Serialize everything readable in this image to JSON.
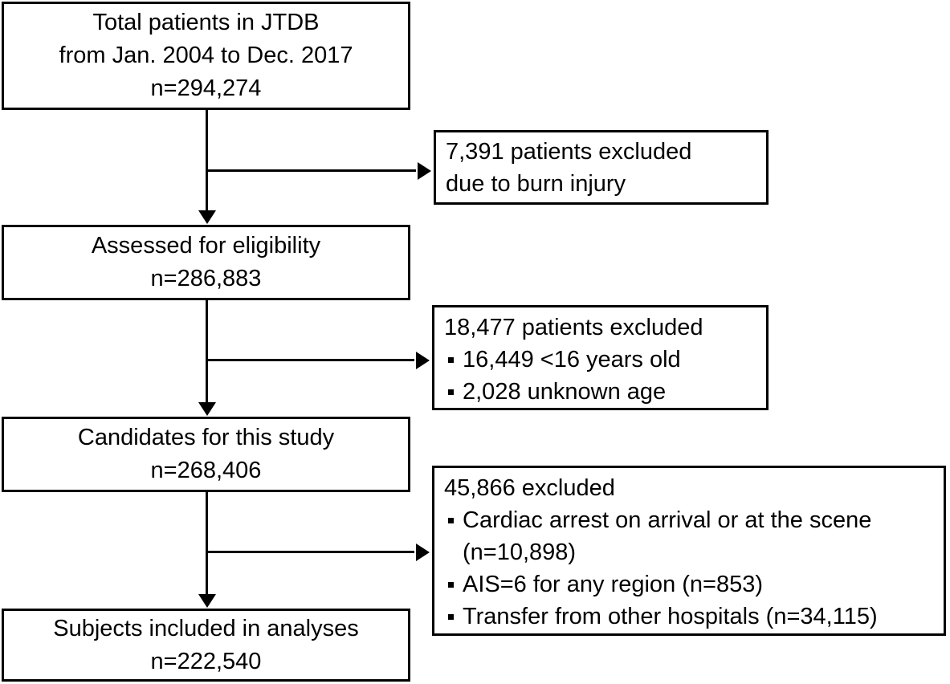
{
  "diagram": {
    "type": "patient-flow-diagram",
    "background_color": "#ffffff",
    "line_color": "#000000",
    "main_boxes": [
      {
        "id": "total-patients",
        "lines": [
          "Total patients in JTDB",
          "from Jan. 2004 to Dec. 2017",
          "n=294,274"
        ]
      },
      {
        "id": "assessed-eligibility",
        "lines": [
          "Assessed for eligibility",
          "n=286,883"
        ]
      },
      {
        "id": "candidates",
        "lines": [
          "Candidates for this study",
          "n=268,406"
        ]
      },
      {
        "id": "subjects-included",
        "lines": [
          "Subjects included in analyses",
          "n=222,540"
        ]
      }
    ],
    "exclusion_boxes": [
      {
        "id": "excluded-burn",
        "title_lines": [
          "7,391 patients excluded",
          "due to burn injury"
        ],
        "bullets": []
      },
      {
        "id": "excluded-age",
        "title_lines": [
          "18,477 patients excluded"
        ],
        "bullets": [
          {
            "lines": [
              "16,449 <16 years old"
            ]
          },
          {
            "lines": [
              "2,028 unknown age"
            ]
          }
        ]
      },
      {
        "id": "excluded-criteria",
        "title_lines": [
          "45,866 excluded"
        ],
        "bullets": [
          {
            "lines": [
              "Cardiac arrest on arrival or at the scene",
              "(n=10,898)"
            ]
          },
          {
            "lines": [
              "AIS=6 for any region (n=853)"
            ]
          },
          {
            "lines": [
              "Transfer from other hospitals (n=34,115)"
            ]
          }
        ]
      }
    ]
  }
}
